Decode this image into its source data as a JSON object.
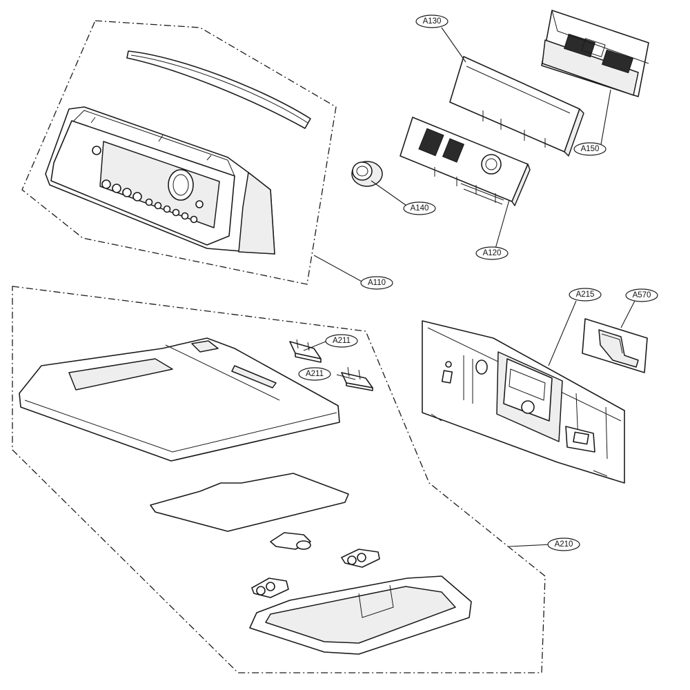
{
  "callouts": {
    "a110": "A110",
    "a120": "A120",
    "a130": "A130",
    "a140": "A140",
    "a150": "A150",
    "a210": "A210",
    "a211_upper": "A211",
    "a211_lower": "A211",
    "a215": "A215",
    "a570": "A570"
  }
}
